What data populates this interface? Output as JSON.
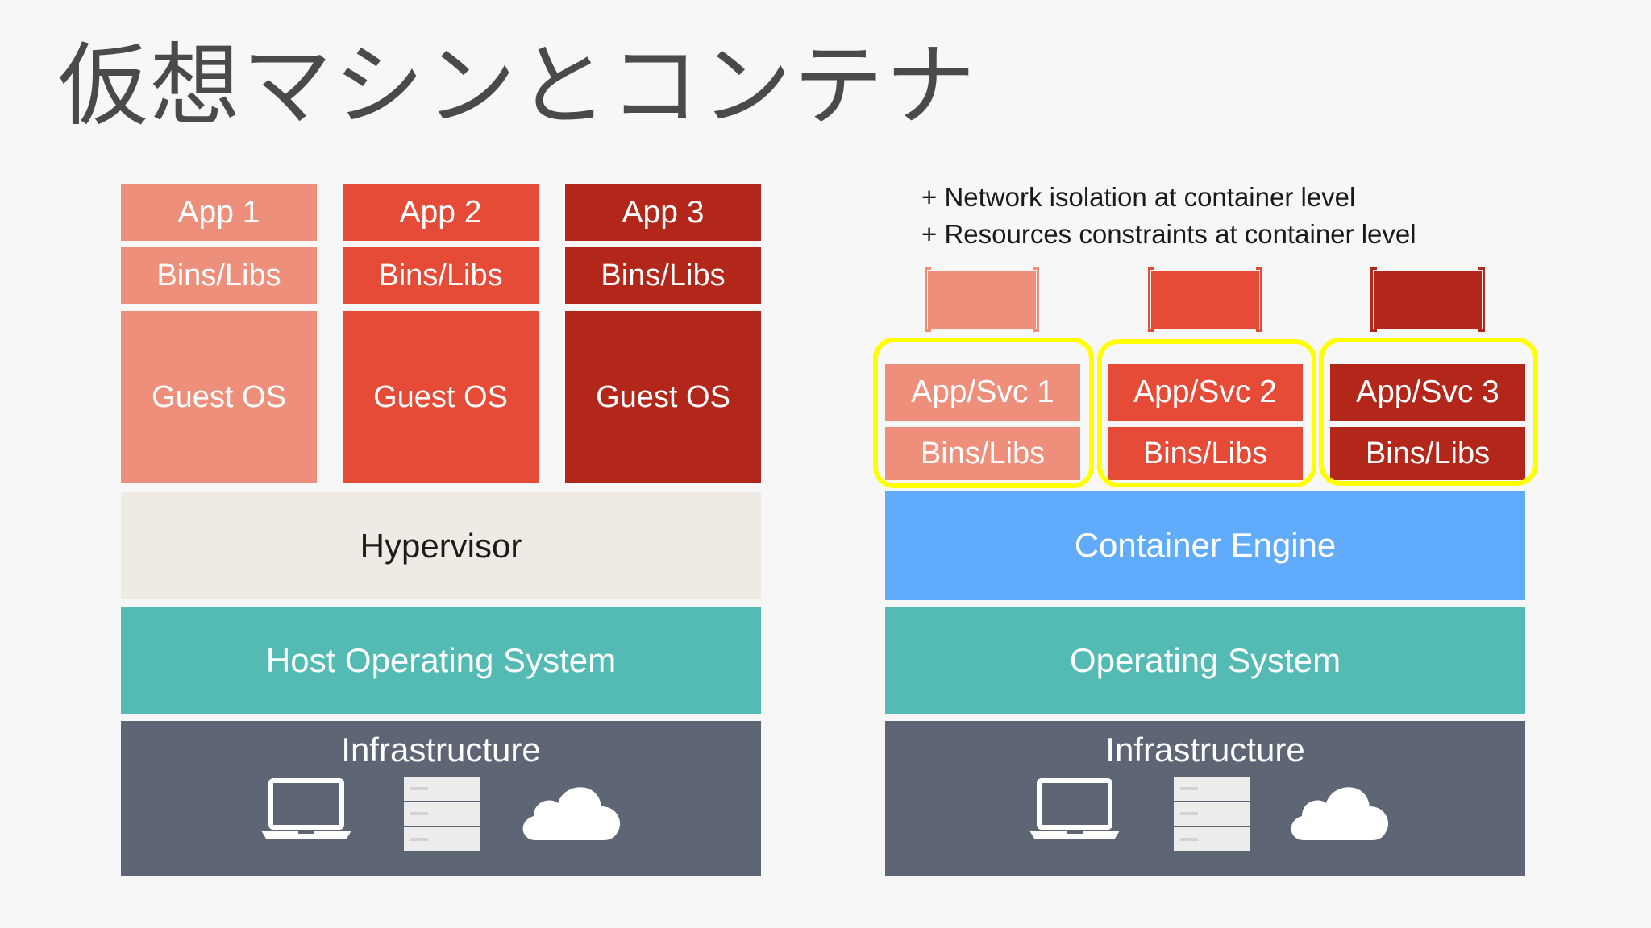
{
  "title": "仮想マシンとコンテナ",
  "colors": {
    "app1": "#ee8f7c",
    "app2": "#e64b38",
    "app3": "#b3271b",
    "hypervisor": "#efeae4",
    "os": "#53bbb4",
    "engine": "#60abfb",
    "infrastructure": "#5e6675",
    "highlight": "#ffff00"
  },
  "vm": {
    "apps": [
      "App 1",
      "App 2",
      "App 3"
    ],
    "bins": [
      "Bins/Libs",
      "Bins/Libs",
      "Bins/Libs"
    ],
    "guest_os": [
      "Guest OS",
      "Guest OS",
      "Guest OS"
    ],
    "hypervisor": "Hypervisor",
    "host_os": "Host Operating System",
    "infrastructure": "Infrastructure",
    "icons": [
      "laptop-icon",
      "server-icon",
      "cloud-icon"
    ]
  },
  "container": {
    "notes": [
      "+ Network isolation at container level",
      "+ Resources constraints at container level"
    ],
    "apps": [
      "App/Svc 1",
      "App/Svc 2",
      "App/Svc 3"
    ],
    "bins": [
      "Bins/Libs",
      "Bins/Libs",
      "Bins/Libs"
    ],
    "engine": "Container Engine",
    "os": "Operating System",
    "infrastructure": "Infrastructure",
    "icons": [
      "laptop-icon",
      "server-icon",
      "cloud-icon"
    ]
  }
}
